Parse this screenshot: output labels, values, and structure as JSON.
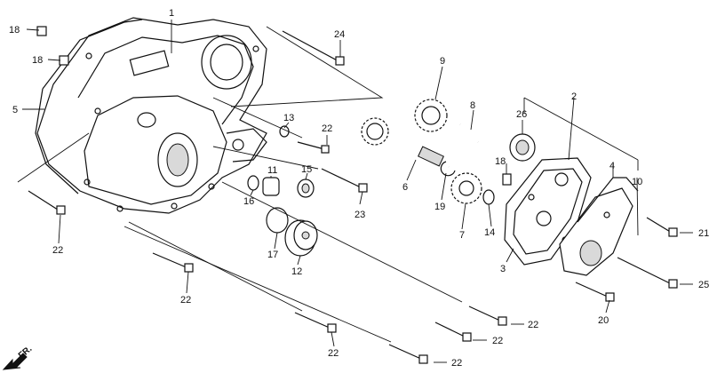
{
  "labels": {
    "l1": "1",
    "l2": "2",
    "l3": "3",
    "l4": "4",
    "l5": "5",
    "l6": "6",
    "l7": "7",
    "l8": "8",
    "l9": "9",
    "l10": "10",
    "l11": "11",
    "l12": "12",
    "l13": "13",
    "l14": "14",
    "l15": "15",
    "l16": "16",
    "l17": "17",
    "l18a": "18",
    "l18b": "18",
    "l18c": "18",
    "l19": "19",
    "l20": "20",
    "l21": "21",
    "l22a": "22",
    "l22b": "22",
    "l22c": "22",
    "l22d": "22",
    "l22e": "22",
    "l22f": "22",
    "l22g": "22",
    "l23": "23",
    "l24": "24",
    "l25": "25",
    "l26": "26"
  },
  "direction": "FR."
}
